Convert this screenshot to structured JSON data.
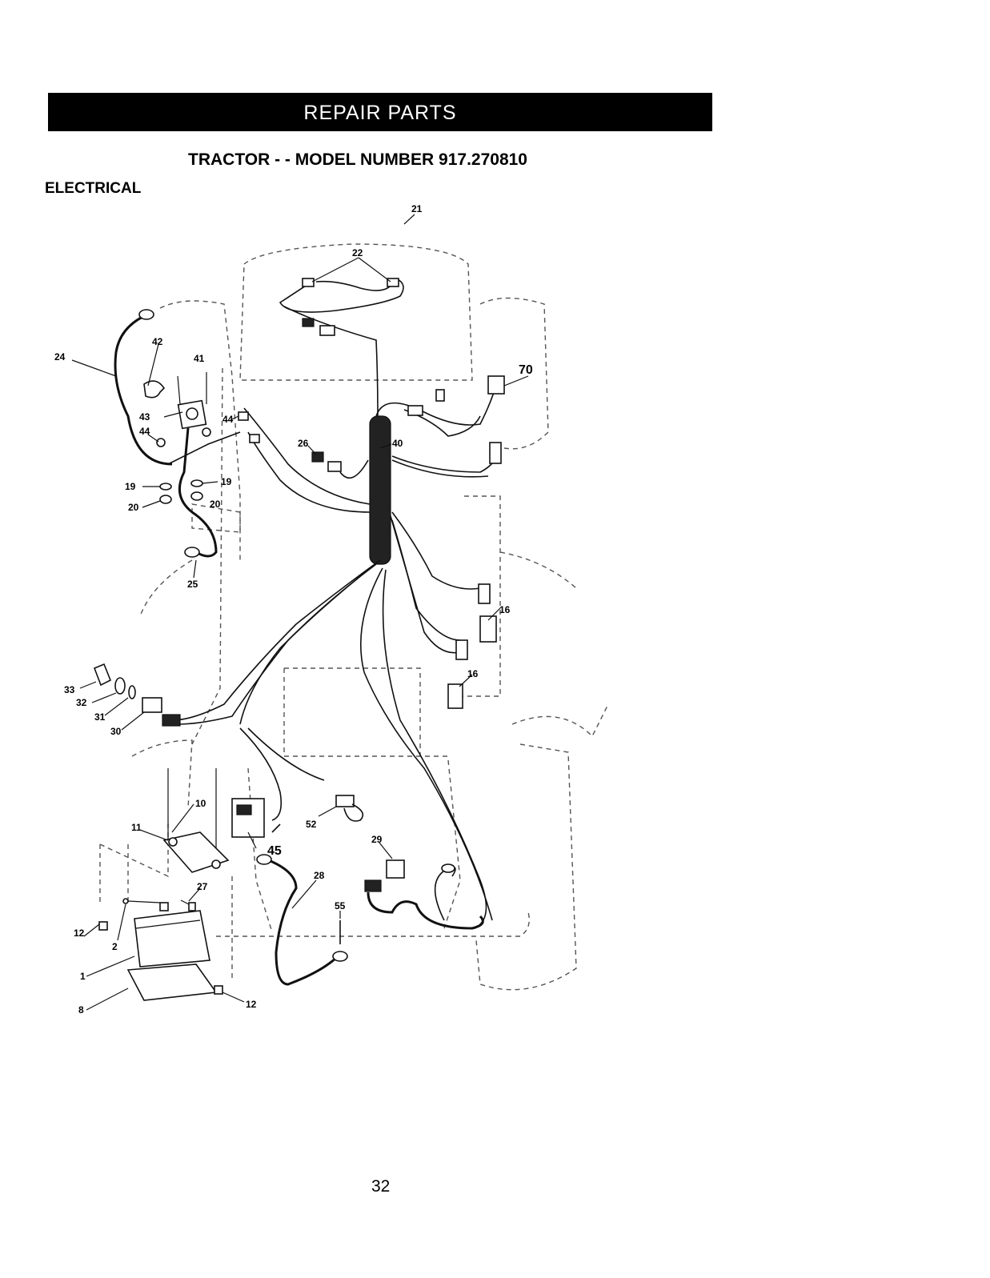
{
  "header": {
    "banner": "REPAIR PARTS",
    "subtitle": "TRACTOR - - MODEL NUMBER 917.270810",
    "section": "ELECTRICAL"
  },
  "callouts": {
    "c22": "22",
    "c21": "21",
    "c42": "42",
    "c41": "41",
    "c24": "24",
    "c70": "70",
    "c43": "43",
    "c44a": "44",
    "c44b": "44",
    "c26": "26",
    "c40": "40",
    "c19a": "19",
    "c19b": "19",
    "c20a": "20",
    "c20b": "20",
    "c25": "25",
    "c16a": "16",
    "c16b": "16",
    "c33": "33",
    "c32": "32",
    "c31": "31",
    "c30": "30",
    "c10": "10",
    "c11": "11",
    "c45": "45",
    "c52": "52",
    "c29": "29",
    "c28": "28",
    "c27": "27",
    "c55": "55",
    "c12a": "12",
    "c12b": "12",
    "c2": "2",
    "c1": "1",
    "c8": "8"
  },
  "footer": {
    "page_number": "32"
  }
}
